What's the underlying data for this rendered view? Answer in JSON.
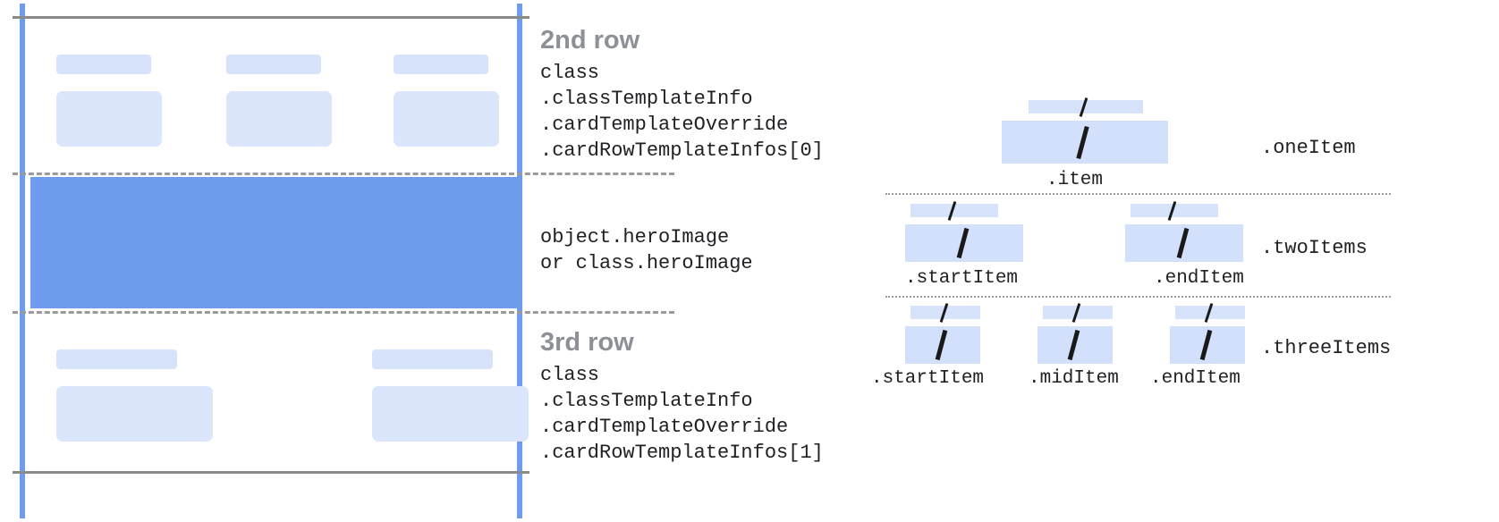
{
  "left_diagram": {
    "rows": [
      {
        "id": "row-2",
        "title": "2nd row",
        "code_lines": [
          "class",
          ".classTemplateInfo",
          ".cardTemplateOverride",
          ".cardRowTemplateInfos[0]"
        ],
        "column_count": 3
      },
      {
        "id": "hero",
        "title": "",
        "code_lines": [
          "object.heroImage",
          "or class.heroImage"
        ],
        "column_count": 0
      },
      {
        "id": "row-3",
        "title": "3rd row",
        "code_lines": [
          "class",
          ".classTemplateInfo",
          ".cardTemplateOverride",
          ".cardRowTemplateInfos[1]"
        ],
        "column_count": 2
      }
    ]
  },
  "right_diagram": {
    "groups": [
      {
        "name": ".oneItem",
        "items": [
          {
            "label": ".item"
          }
        ]
      },
      {
        "name": ".twoItems",
        "items": [
          {
            "label": ".startItem"
          },
          {
            "label": ".endItem"
          }
        ]
      },
      {
        "name": ".threeItems",
        "items": [
          {
            "label": ".startItem"
          },
          {
            "label": ".midItem"
          },
          {
            "label": ".endItem"
          }
        ]
      }
    ]
  },
  "colors": {
    "guide_blue": "#6e9ced",
    "hero_blue": "#6e9ced",
    "placeholder_blue": "#d7e3fb",
    "placeholder_blue_strong": "#dbe6fc",
    "rule_gray": "#8a8a8a",
    "title_gray": "#8d9197",
    "code_text": "#202124",
    "background": "#ffffff"
  }
}
